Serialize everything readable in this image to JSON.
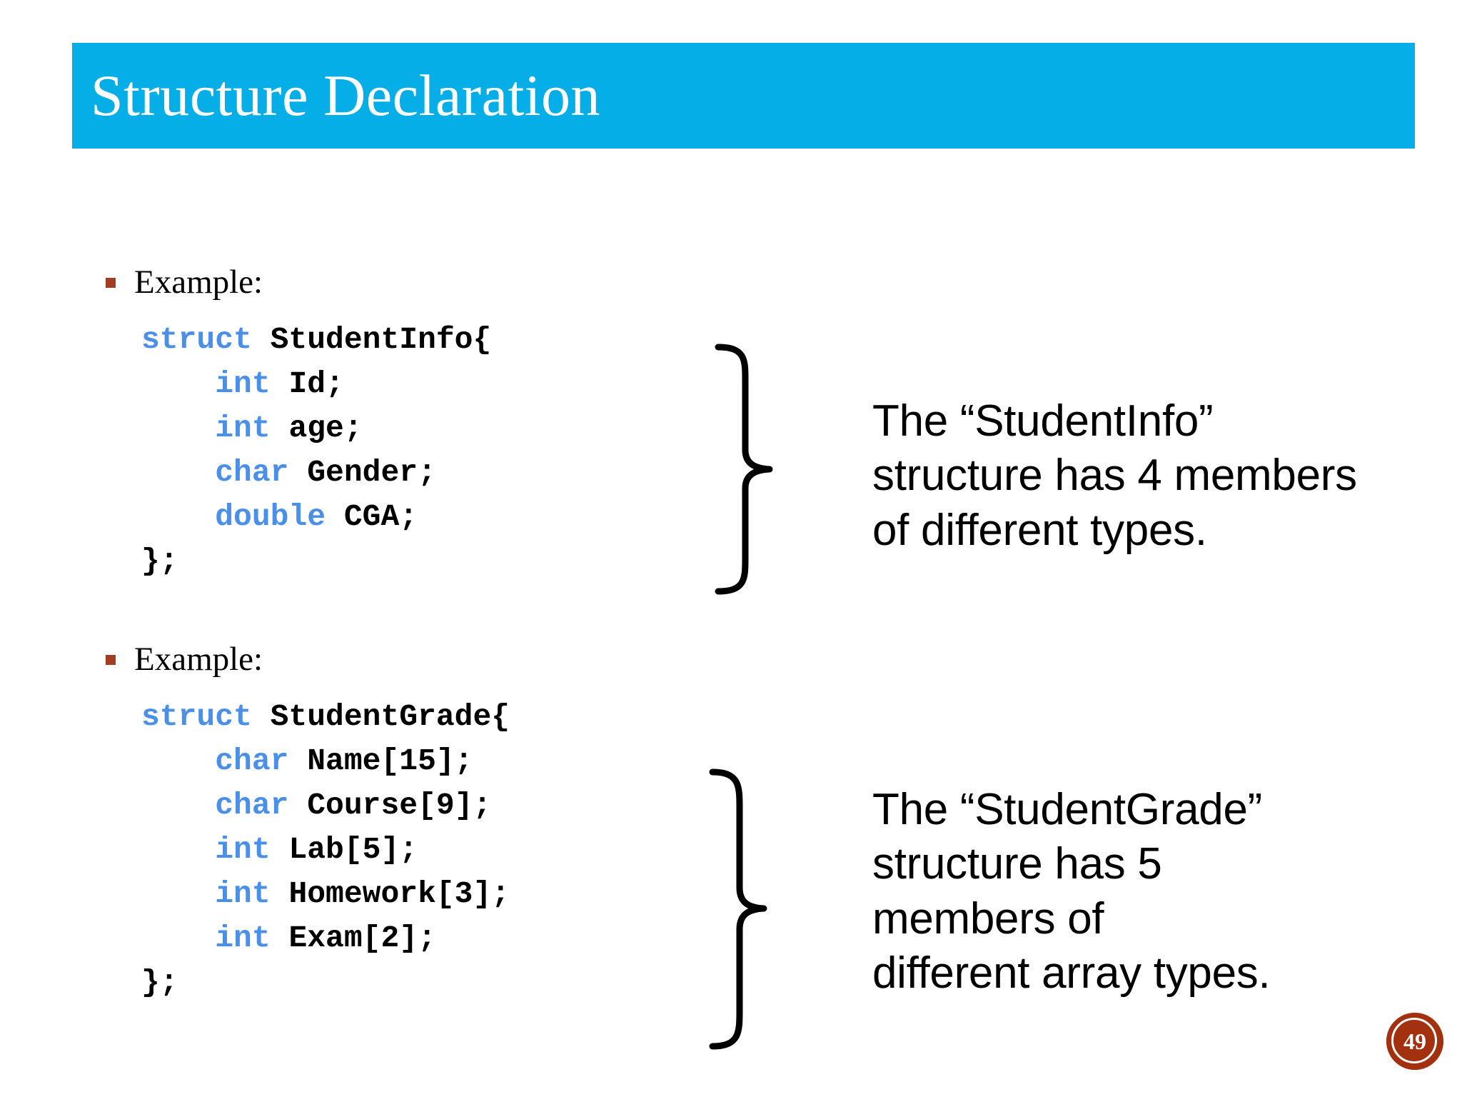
{
  "slide": {
    "title": "Structure Declaration",
    "page_number": "49",
    "banner_color": "#06AEE8",
    "keyword_color": "#4A90E8",
    "bullet_color": "#A33C20",
    "badge_color": "#A3300E"
  },
  "sections": [
    {
      "bullet_label": "Example:",
      "code": [
        {
          "keyword": "struct",
          "rest": " StudentInfo{",
          "indent": ""
        },
        {
          "keyword": "int",
          "rest": " Id;",
          "indent": "    "
        },
        {
          "keyword": "int",
          "rest": " age;",
          "indent": "    "
        },
        {
          "keyword": "char",
          "rest": " Gender;",
          "indent": "    "
        },
        {
          "keyword": "double",
          "rest": " CGA;",
          "indent": "    "
        },
        {
          "keyword": "",
          "rest": "};",
          "indent": ""
        }
      ],
      "annotation": [
        "The “StudentInfo”",
        "structure has 4 members",
        "of different types."
      ]
    },
    {
      "bullet_label": "Example:",
      "code": [
        {
          "keyword": "struct",
          "rest": " StudentGrade{",
          "indent": ""
        },
        {
          "keyword": "char",
          "rest": " Name[15];",
          "indent": "    "
        },
        {
          "keyword": "char",
          "rest": " Course[9];",
          "indent": "    "
        },
        {
          "keyword": "int",
          "rest": " Lab[5];",
          "indent": "    "
        },
        {
          "keyword": "int",
          "rest": " Homework[3];",
          "indent": "    "
        },
        {
          "keyword": "int",
          "rest": " Exam[2];",
          "indent": "    "
        },
        {
          "keyword": "",
          "rest": "};",
          "indent": ""
        }
      ],
      "annotation": [
        "The “StudentGrade”",
        "structure has 5",
        "members of",
        "different array types."
      ]
    }
  ]
}
